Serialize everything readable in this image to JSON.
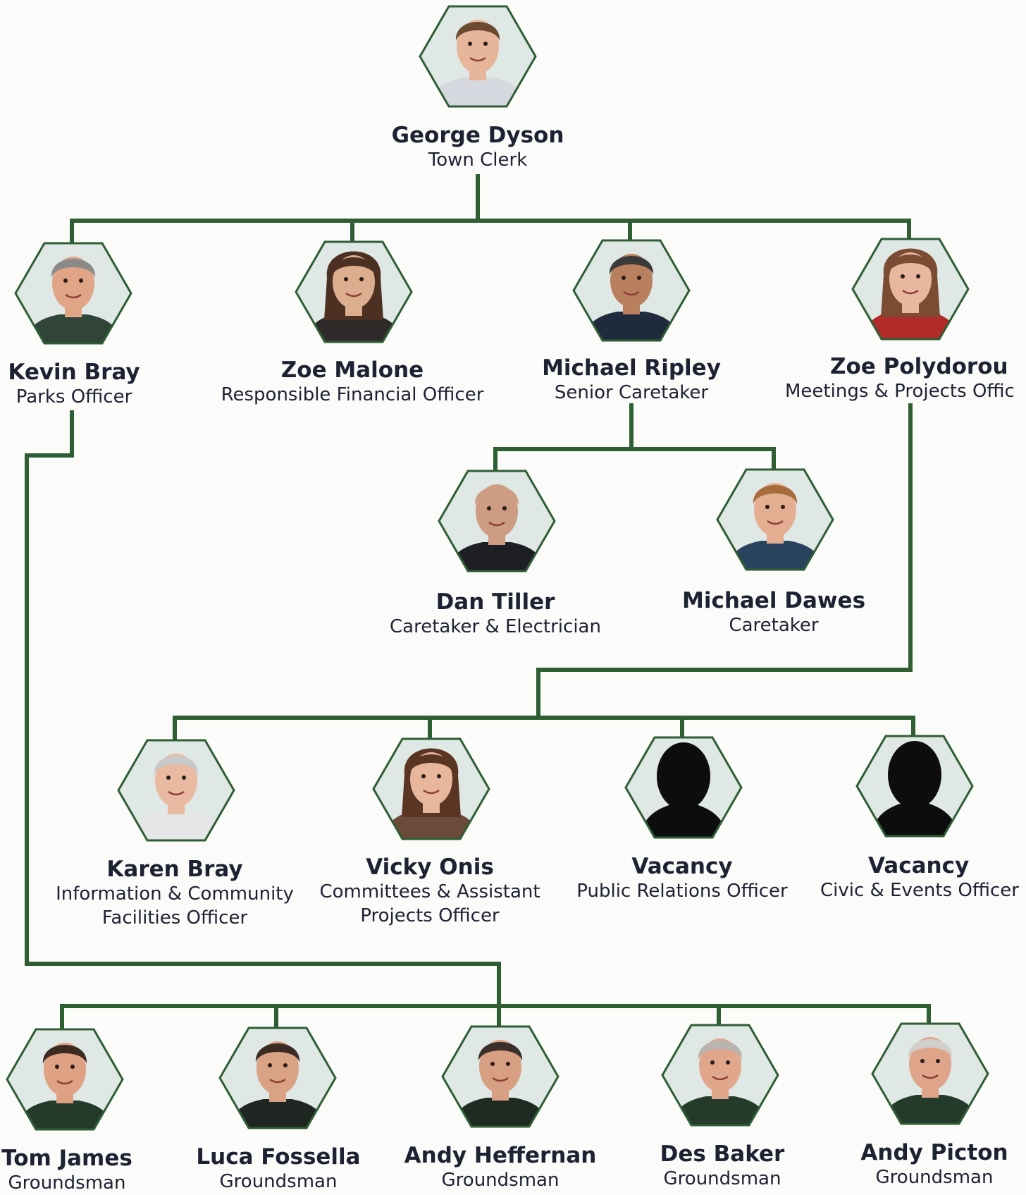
{
  "colors": {
    "line": "#2f5d34",
    "hex_fill": "#dfe8e4",
    "hex_stroke": "#2f5d34",
    "text": "#1d2233",
    "background": "#fbfbf9",
    "silhouette": "#0d0d0d"
  },
  "people": {
    "george": {
      "name": "George Dyson",
      "title": "Town Clerk"
    },
    "kevin": {
      "name": "Kevin Bray",
      "title": "Parks Officer"
    },
    "zoem": {
      "name": "Zoe Malone",
      "title": "Responsible Financial Officer"
    },
    "michr": {
      "name": "Michael Ripley",
      "title": "Senior Caretaker"
    },
    "zoep": {
      "name": "Zoe Polydorou",
      "title": "Meetings & Projects Offic"
    },
    "dan": {
      "name": "Dan Tiller",
      "title": "Caretaker & Electrician"
    },
    "michd": {
      "name": "Michael Dawes",
      "title": "Caretaker"
    },
    "karen": {
      "name": "Karen Bray",
      "title": "Information & Community Facilities Officer"
    },
    "vicky": {
      "name": "Vicky Onis",
      "title": "Committees & Assistant Projects Officer"
    },
    "vac1": {
      "name": "Vacancy",
      "title": "Public Relations Officer"
    },
    "vac2": {
      "name": "Vacancy",
      "title": "Civic & Events Officer"
    },
    "tom": {
      "name": "Tom James",
      "title": "Groundsman"
    },
    "luca": {
      "name": "Luca Fossella",
      "title": "Groundsman"
    },
    "andyh": {
      "name": "Andy Heffernan",
      "title": "Groundsman"
    },
    "des": {
      "name": "Des Baker",
      "title": "Groundsman"
    },
    "andyp": {
      "name": "Andy Picton",
      "title": "Groundsman"
    }
  }
}
